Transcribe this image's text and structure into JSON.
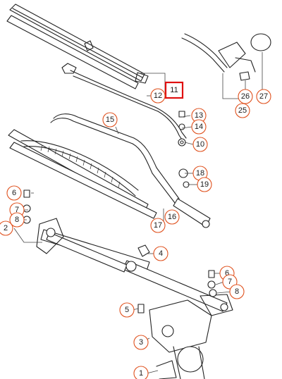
{
  "callouts": {
    "c1": "1",
    "c2": "2",
    "c3": "3",
    "c4": "4",
    "c5": "5",
    "c6a": "6",
    "c6b": "6",
    "c7a": "7",
    "c7b": "7",
    "c8a": "8",
    "c8b": "8",
    "c10": "10",
    "c11": "11",
    "c12": "12",
    "c13": "13",
    "c14": "14",
    "c15": "15",
    "c16": "16",
    "c17": "17",
    "c18": "18",
    "c19": "19",
    "c25": "25",
    "c26": "26",
    "c27": "27"
  },
  "colors": {
    "callout": "#e0521f",
    "highlight": "#e01010",
    "line": "#222222"
  },
  "highlighted_part": "11"
}
